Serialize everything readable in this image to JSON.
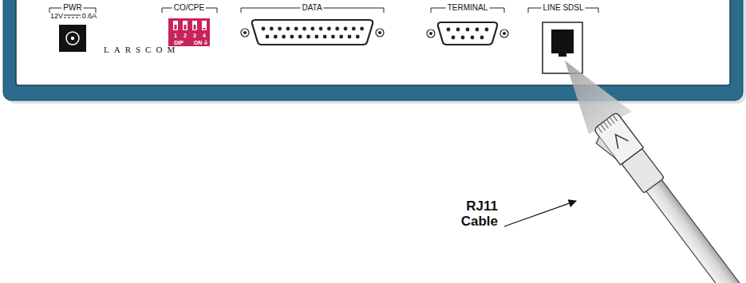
{
  "diagram": {
    "labels": [
      "PWR",
      "12V",
      "0.6A",
      "LARSCOM",
      "CO/CPE",
      "1",
      "2",
      "3",
      "4",
      "DIP",
      "ON",
      "DATA",
      "TERMINAL",
      "LINE SDSL",
      "RJ11 Cable"
    ]
  }
}
